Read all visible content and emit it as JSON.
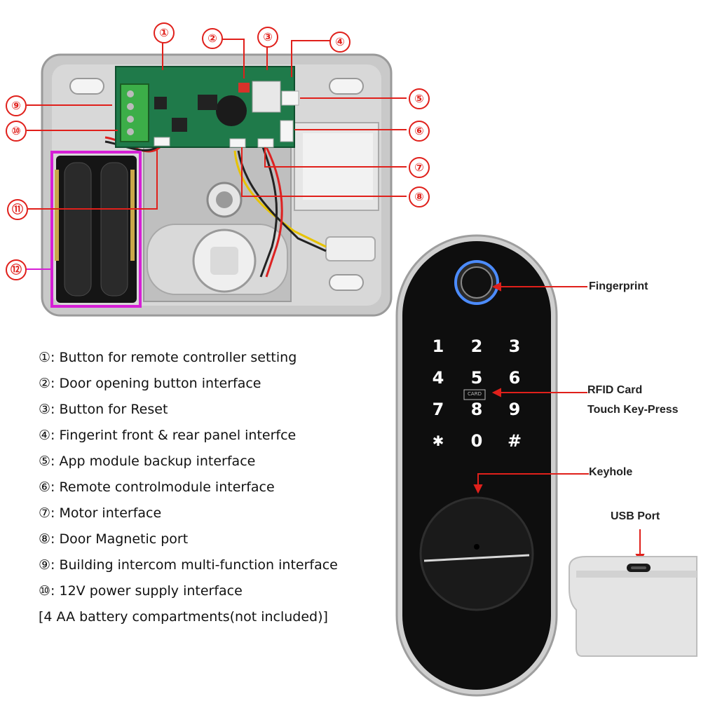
{
  "callouts": [
    "①",
    "②",
    "③",
    "④",
    "⑤",
    "⑥",
    "⑦",
    "⑧",
    "⑨",
    "⑩",
    "⑪",
    "⑫"
  ],
  "legend": [
    "①: Button for remote controller setting",
    "②: Door opening button interface",
    "③: Button for Reset",
    "④: Fingerint front & rear panel interfce",
    "⑤: App module backup interface",
    "⑥: Remote controlmodule interface",
    "⑦: Motor interface",
    "⑧: Door Magnetic port",
    "⑨: Building intercom multi-function interface",
    "⑩: 12V power supply interface"
  ],
  "legend_note": "[4 AA battery compartments(not included)]",
  "labels": {
    "fingerprint": "Fingerprint",
    "rfid_line1": "RFID Card",
    "rfid_line2": "Touch Key-Press",
    "keyhole": "Keyhole",
    "usb_port": "USB Port"
  },
  "keypad": [
    "1",
    "2",
    "3",
    "4",
    "5",
    "6",
    "7",
    "8",
    "9",
    "✱",
    "0",
    "#"
  ],
  "card_mark": "CARD",
  "colors": {
    "callout": "#e0201b",
    "battery_box": "#d61fd6",
    "lock_body": "#111111",
    "pcb": "#1f7a4a"
  }
}
